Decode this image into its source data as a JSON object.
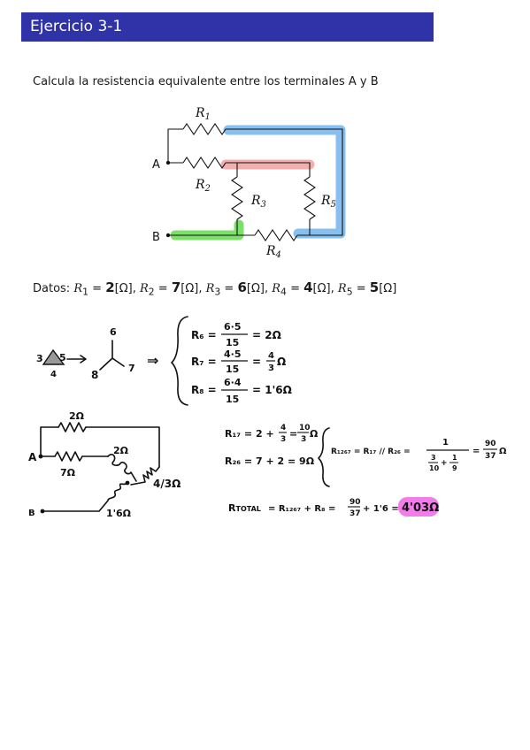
{
  "header": {
    "title": "Ejercicio 3-1"
  },
  "statement": {
    "text": "Calcula la resistencia equivalente entre los terminales A y B"
  },
  "circuit": {
    "terminal_a": "A",
    "terminal_b": "B",
    "r1": "R",
    "r1_sub": "1",
    "r2": "R",
    "r2_sub": "2",
    "r3": "R",
    "r3_sub": "3",
    "r4": "R",
    "r4_sub": "4",
    "r5": "R",
    "r5_sub": "5",
    "highlight_colors": {
      "blue": "#7ab8ee",
      "red": "#f2a6a6",
      "green": "#6edc5a"
    }
  },
  "datos": {
    "label": "Datos:",
    "r1_name": "R",
    "r1_sub": "1",
    "r1_eq": " = ",
    "r1_val": "2",
    "r1_unit": "[Ω], ",
    "r2_name": "R",
    "r2_sub": "2",
    "r2_eq": " = ",
    "r2_val": "7",
    "r2_unit": "[Ω], ",
    "r3_name": "R",
    "r3_sub": "3",
    "r3_eq": " = ",
    "r3_val": "6",
    "r3_unit": "[Ω], ",
    "r4_name": "R",
    "r4_sub": "4",
    "r4_eq": " = ",
    "r4_val": "4",
    "r4_unit": "[Ω], ",
    "r5_name": "R",
    "r5_sub": "5",
    "r5_eq": " = ",
    "r5_val": "5",
    "r5_unit": "[Ω]"
  },
  "delta_star": {
    "delta_left": "3",
    "delta_right": "5",
    "delta_bottom": "4",
    "star_top": "6",
    "star_right": "7",
    "star_left": "8",
    "implies": "⇒",
    "r6_lhs": "R₆ =",
    "r6_num": "6·5",
    "r6_den": "15",
    "r6_res": "= 2Ω",
    "r7_lhs": "R₇ =",
    "r7_num": "4·5",
    "r7_den": "15",
    "r7_res": "=",
    "r7_res_num": "4",
    "r7_res_den": "3",
    "r7_res_unit": "Ω",
    "r8_lhs": "R₈ =",
    "r8_num": "6·4",
    "r8_den": "15",
    "r8_res": "= 1'6Ω"
  },
  "reduced_circuit": {
    "a": "A",
    "b": "B",
    "r_top": "2Ω",
    "r_left": "7Ω",
    "r_mid": "2Ω",
    "r_right": "4/3Ω",
    "r_bottom": "1'6Ω"
  },
  "series": {
    "r17_lhs": "R₁₇ = 2 +",
    "r17_frac_num": "4",
    "r17_frac_den": "3",
    "r17_eq": "=",
    "r17_num": "10",
    "r17_den": "3",
    "r17_unit": "Ω",
    "r26": "R₂₆ = 7 + 2 = 9Ω"
  },
  "parallel": {
    "lhs": "R₁₂₆₇ = R₁₇ // R₂₆ =",
    "num": "1",
    "den_a_num": "3",
    "den_a_den": "10",
    "den_plus": "+",
    "den_b_num": "1",
    "den_b_den": "9",
    "eq": "=",
    "res_num": "90",
    "res_den": "37",
    "res_unit": "Ω"
  },
  "total": {
    "lhs": "R",
    "lhs_sub": "TOTAL",
    "mid": "= R₁₂₆₇ + R₈ =",
    "frac_num": "90",
    "frac_den": "37",
    "plus": "+ 1'6 =",
    "result": "4'03Ω",
    "result_color": "#f06ee8"
  }
}
